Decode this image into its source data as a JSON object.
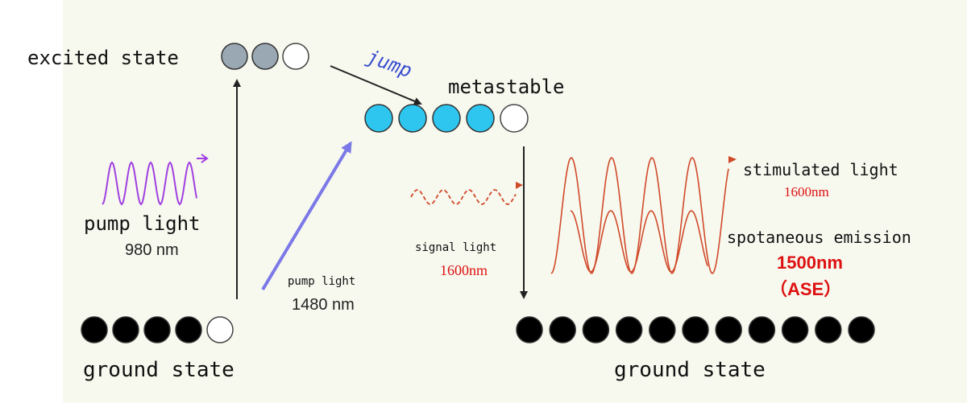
{
  "levels": {
    "excited": {
      "label": "excited state",
      "filled": 2,
      "empty": 1
    },
    "metastable": {
      "label": "metastable",
      "filled": 4,
      "empty": 1
    },
    "ground_left": {
      "label": "ground state",
      "filled": 4,
      "empty": 1
    },
    "ground_right": {
      "label": "ground state",
      "filled": 11,
      "empty": 0
    }
  },
  "transition": {
    "label": "jump"
  },
  "pump980": {
    "label": "pump light",
    "wavelength": "980 nm"
  },
  "pump1480": {
    "label": "pump light",
    "wavelength": "1480 nm"
  },
  "signal": {
    "label": "signal light",
    "wavelength": "1600nm"
  },
  "stimulated": {
    "label": "stimulated light",
    "wavelength": "1600nm"
  },
  "spontaneous": {
    "label": "spotaneous emission",
    "wavelength": "1500nm",
    "note": "（ASE）"
  },
  "colors": {
    "background": "#f7f8ee",
    "excited_atom": "#9aa8b4",
    "metastable_atom": "#2ec5ee",
    "ground_atom": "#000000",
    "pump_980": "#a040e0",
    "pump_1480": "#7b78e8",
    "emission": "#d04a2a",
    "jump_text": "#3a4fd0",
    "label_red": "#dd1111"
  }
}
